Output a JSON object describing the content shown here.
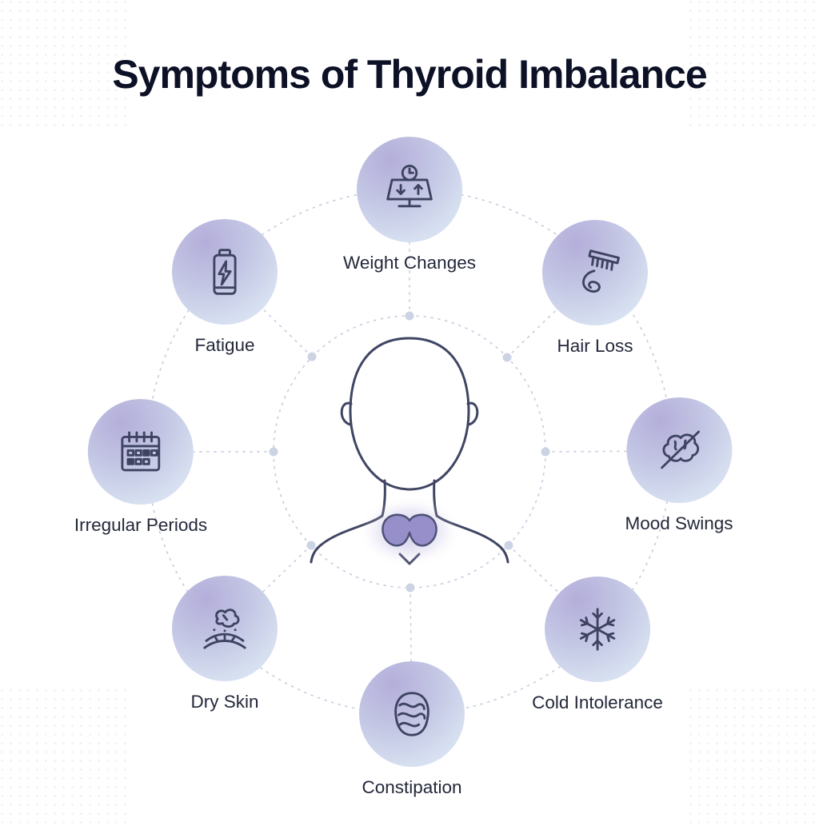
{
  "title": "Symptoms of Thyroid Imbalance",
  "center_figure": "person-head-and-neck-with-highlighted-thyroid",
  "symptoms": [
    {
      "label": "Weight Changes",
      "icon": "weight-scale-icon"
    },
    {
      "label": "Hair Loss",
      "icon": "comb-hair-icon"
    },
    {
      "label": "Mood Swings",
      "icon": "brain-mood-icon"
    },
    {
      "label": "Cold Intolerance",
      "icon": "snowflake-icon"
    },
    {
      "label": "Constipation",
      "icon": "intestines-icon"
    },
    {
      "label": "Dry Skin",
      "icon": "dry-skin-icon"
    },
    {
      "label": "Irregular Periods",
      "icon": "calendar-icon"
    },
    {
      "label": "Fatigue",
      "icon": "battery-low-icon"
    }
  ],
  "colors": {
    "background": "#ffffff",
    "title_text": "#0d1126",
    "label_text": "#23283a",
    "icon_stroke": "#3d4360",
    "bubble_gradient_start": "#b4aeda",
    "bubble_gradient_end": "#e2eaf6",
    "connector_line": "#c9cfe0",
    "connector_dot": "#ccd3e3",
    "thyroid_fill": "#968fc9",
    "figure_stroke": "#3f4562"
  }
}
